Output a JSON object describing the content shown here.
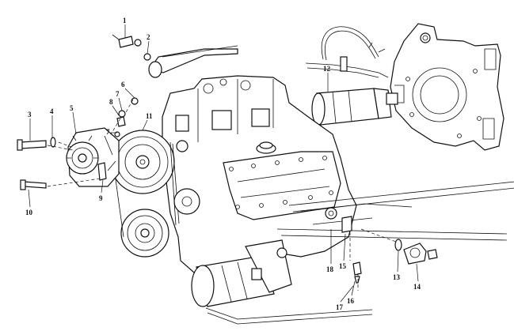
{
  "diagram": {
    "callouts": [
      {
        "id": "1",
        "label": "1"
      },
      {
        "id": "2",
        "label": "2"
      },
      {
        "id": "3",
        "label": "3"
      },
      {
        "id": "4",
        "label": "4"
      },
      {
        "id": "5",
        "label": "5"
      },
      {
        "id": "6",
        "label": "6"
      },
      {
        "id": "7a",
        "label": "7"
      },
      {
        "id": "7b",
        "label": "7"
      },
      {
        "id": "8",
        "label": "8"
      },
      {
        "id": "9",
        "label": "9"
      },
      {
        "id": "10",
        "label": "10"
      },
      {
        "id": "11",
        "label": "11"
      },
      {
        "id": "12",
        "label": "12"
      },
      {
        "id": "13",
        "label": "13"
      },
      {
        "id": "14",
        "label": "14"
      },
      {
        "id": "15",
        "label": "15"
      },
      {
        "id": "16",
        "label": "16"
      },
      {
        "id": "17",
        "label": "17"
      },
      {
        "id": "18",
        "label": "18"
      }
    ],
    "colors": {
      "line": "#111111",
      "background": "#ffffff"
    }
  }
}
